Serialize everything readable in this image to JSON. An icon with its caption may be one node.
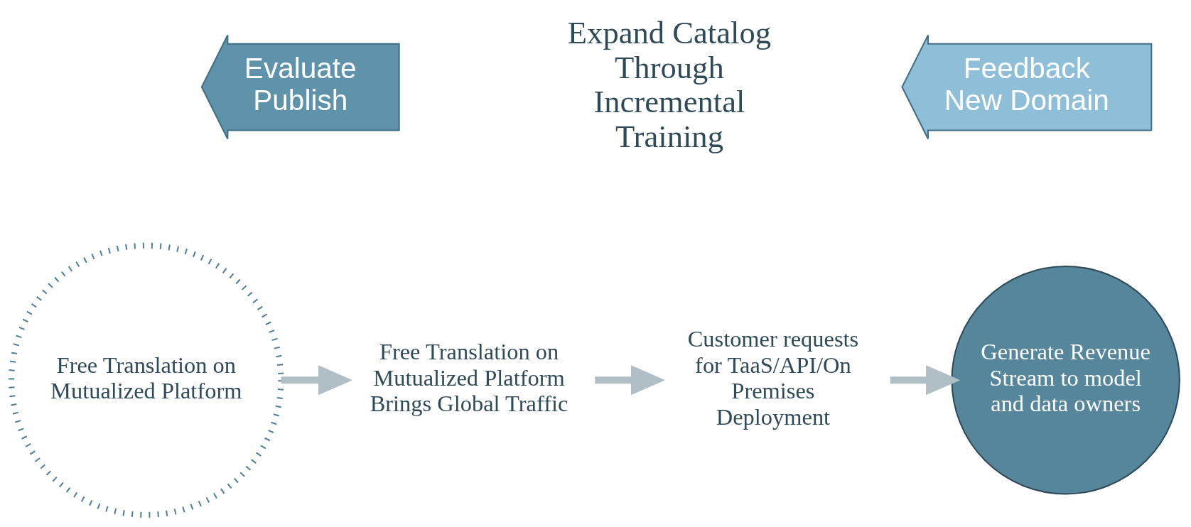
{
  "diagram": {
    "nodes": [
      {
        "text": [
          "Free Translation on Mutualized Platform"
        ]
      },
      {
        "text": [
          "Free Translation on Mutualized Platform Brings Global Traffic"
        ]
      },
      {
        "text": [
          "Customer requests for TaaS/API/On Premises Deployment"
        ]
      },
      {
        "text": [
          "Generate Revenue Stream to model and data owners"
        ]
      },
      {
        "text": [
          "Expand Catalog Through Incremental Training"
        ]
      },
      {
        "text": [
          "Evaluate",
          "Publish"
        ]
      },
      {
        "text": [
          "Feedback",
          "New Domain"
        ]
      }
    ],
    "edges": [
      {
        "from": 0,
        "to": 1,
        "arrow": "to"
      },
      {
        "from": 1,
        "to": 2,
        "arrow": "to"
      },
      {
        "from": 2,
        "to": 3,
        "arrow": "to"
      }
    ]
  }
}
